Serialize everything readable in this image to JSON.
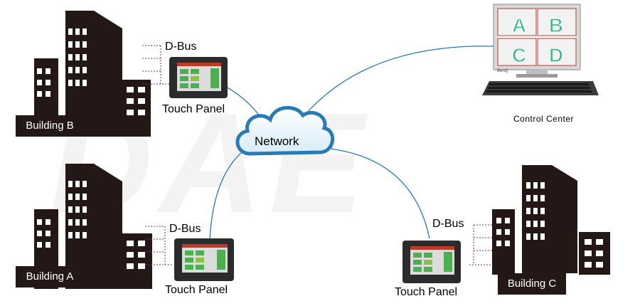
{
  "network": {
    "label": "Network"
  },
  "control_center": {
    "label": "Control Center",
    "screen_letters": [
      "A",
      "B",
      "C",
      "D"
    ],
    "monitor_brand": "BenQ"
  },
  "buildings": [
    {
      "id": "b",
      "label": "Building B"
    },
    {
      "id": "a",
      "label": "Building A"
    },
    {
      "id": "c",
      "label": "Building C"
    }
  ],
  "touch_panels": [
    {
      "label": "Touch Panel",
      "bus_label": "D-Bus"
    },
    {
      "label": "Touch Panel",
      "bus_label": "D-Bus"
    },
    {
      "label": "Touch Panel",
      "bus_label": "D-Bus"
    }
  ],
  "colors": {
    "link": "#2a7ab8",
    "dbus": "#8a2a8a",
    "building": "#231815",
    "letter": "#3bb98c"
  }
}
